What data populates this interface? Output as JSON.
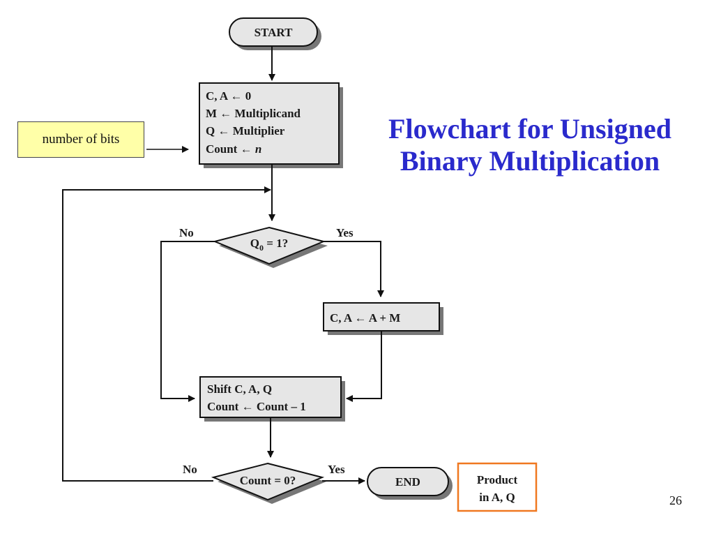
{
  "slide": {
    "title_line1": "Flowchart for Unsigned",
    "title_line2": "Binary Multiplication",
    "page_number": "26",
    "title_color": "#2a2acc"
  },
  "annotation": {
    "note": "number of bits",
    "note_bg": "#ffffa8"
  },
  "flowchart": {
    "start": "START",
    "init": {
      "line1_lhs": "C, A",
      "line1_rhs": "0",
      "line2_lhs": "M",
      "line2_rhs": "Multiplicand",
      "line3_lhs": "Q",
      "line3_rhs": "Multiplier",
      "line4_lhs": "Count",
      "line4_rhs": "n"
    },
    "decision1": {
      "lhs": "Q",
      "sub": "0",
      "rhs": " = 1?"
    },
    "decision1_no": "No",
    "decision1_yes": "Yes",
    "add": {
      "lhs": "C, A",
      "rhs": "A + M"
    },
    "shift": {
      "line1": "Shift C, A, Q",
      "line2_lhs": "Count",
      "line2_rhs": "Count – 1"
    },
    "decision2": "Count = 0?",
    "decision2_no": "No",
    "decision2_yes": "Yes",
    "end": "END",
    "product_line1": "Product",
    "product_line2": "in A, Q",
    "box_fill": "#e6e6e6",
    "product_border": "#f07820"
  }
}
